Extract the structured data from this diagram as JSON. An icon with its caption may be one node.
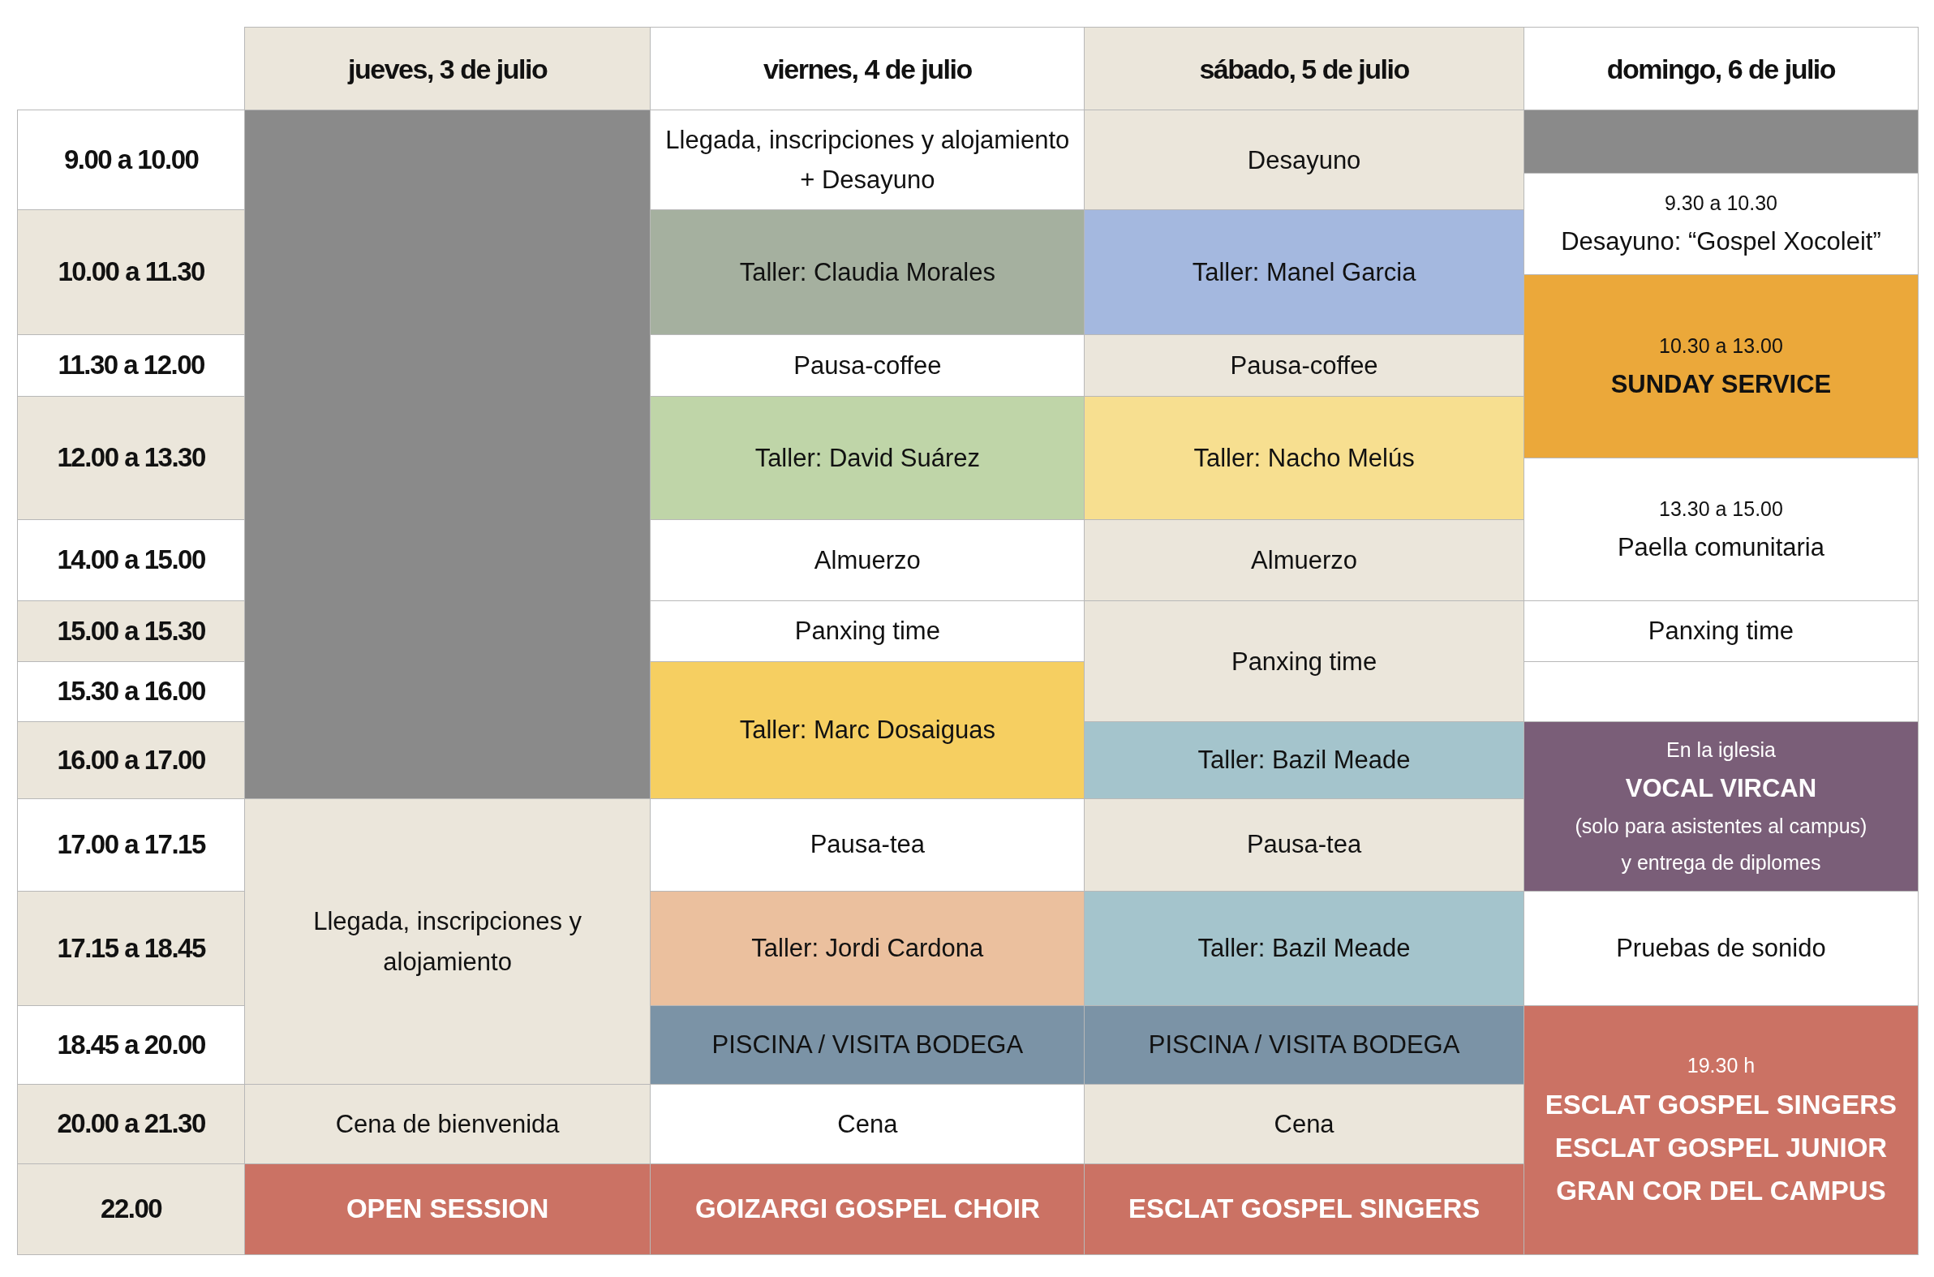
{
  "diagram": {
    "labels": [
      "jueves, 3 de julio",
      "viernes, 4 de julio",
      "sábado, 5 de julio",
      "domingo, 6 de julio",
      "9.00 a 10.00",
      "Llegada, inscripciones y alojamiento + Desayuno",
      "Desayuno",
      "9.30 a 10.30",
      "Desayuno: “Gospel Xocoleit”",
      "10.00 a 11.30",
      "Taller: Claudia Morales",
      "Taller: Manel Garcia",
      "10.30 a 13.00",
      "SUNDAY SERVICE",
      "11.30 a 12.00",
      "Pausa-coffee",
      "Pausa-coffee",
      "12.00 a 13.30",
      "Taller: David Suárez",
      "Taller: Nacho Melús",
      "13.30 a 15.00",
      "Paella comunitaria",
      "14.00 a 15.00",
      "Almuerzo",
      "Almuerzo",
      "15.00 a 15.30",
      "Panxing time",
      "Panxing time",
      "Panxing time",
      "15.30 a 16.00",
      "Taller: Marc Dosaiguas",
      "16.00 a 17.00",
      "Taller: Bazil Meade",
      "En la iglesia",
      "VOCAL VIRCAN",
      "(solo para asistentes al campus)",
      "y entrega de diplomes",
      "17.00 a 17.15",
      "Llegada, inscripciones y alojamiento",
      "Pausa-tea",
      "Pausa-tea",
      "17.15 a 18.45",
      "Taller: Jordi Cardona",
      "Taller: Bazil Meade",
      "Pruebas de sonido",
      "18.45 a 20.00",
      "PISCINA  /  VISITA BODEGA",
      "PISCINA / VISITA BODEGA",
      "19.30 h",
      "ESCLAT GOSPEL SINGERS",
      "ESCLAT GOSPEL JUNIOR",
      "GRAN COR DEL CAMPUS",
      "20.00 a 21.30",
      "Cena de bienvenida",
      "Cena",
      "Cena",
      "22.00",
      "OPEN SESSION",
      "GOIZARGI GOSPEL CHOIR",
      "ESCLAT GOSPEL SINGERS"
    ]
  }
}
